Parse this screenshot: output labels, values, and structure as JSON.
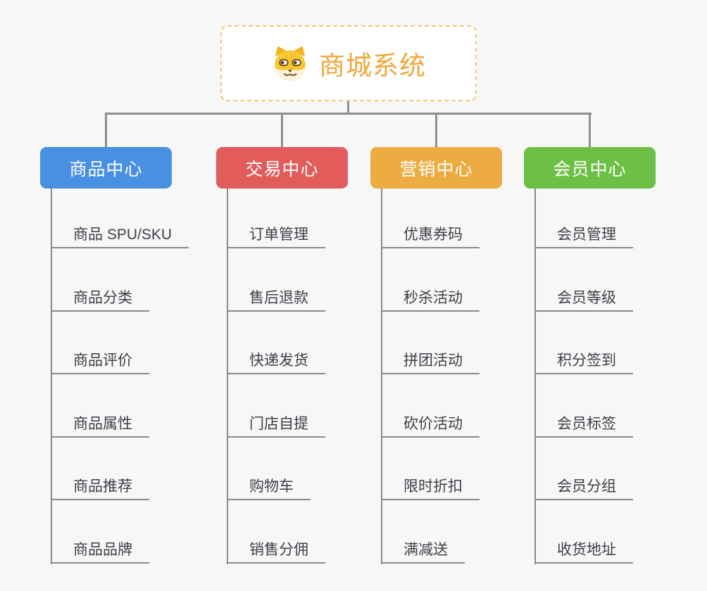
{
  "root": {
    "title": "商城系统",
    "icon": "shiba-dog-icon"
  },
  "colors": {
    "background": "#f7f7f7",
    "connector": "#8e8e8e",
    "underline": "#8a8a8a",
    "root_border": "#f3c77e",
    "root_title": "#f0a73b",
    "sub_topic_text": "#3b3f46",
    "branch_product": "#4a90e2",
    "branch_trade": "#e25c5c",
    "branch_marketing": "#ecac41",
    "branch_member": "#6dc045"
  },
  "branches": [
    {
      "label": "商品中心",
      "color": "#4a90e2",
      "items": [
        "商品 SPU/SKU",
        "商品分类",
        "商品评价",
        "商品属性",
        "商品推荐",
        "商品品牌"
      ]
    },
    {
      "label": "交易中心",
      "color": "#e25c5c",
      "items": [
        "订单管理",
        "售后退款",
        "快递发货",
        "门店自提",
        "购物车",
        "销售分佣"
      ]
    },
    {
      "label": "营销中心",
      "color": "#ecac41",
      "items": [
        "优惠券码",
        "秒杀活动",
        "拼团活动",
        "砍价活动",
        "限时折扣",
        "满减送"
      ]
    },
    {
      "label": "会员中心",
      "color": "#6dc045",
      "items": [
        "会员管理",
        "会员等级",
        "积分签到",
        "会员标签",
        "会员分组",
        "收货地址"
      ]
    }
  ]
}
